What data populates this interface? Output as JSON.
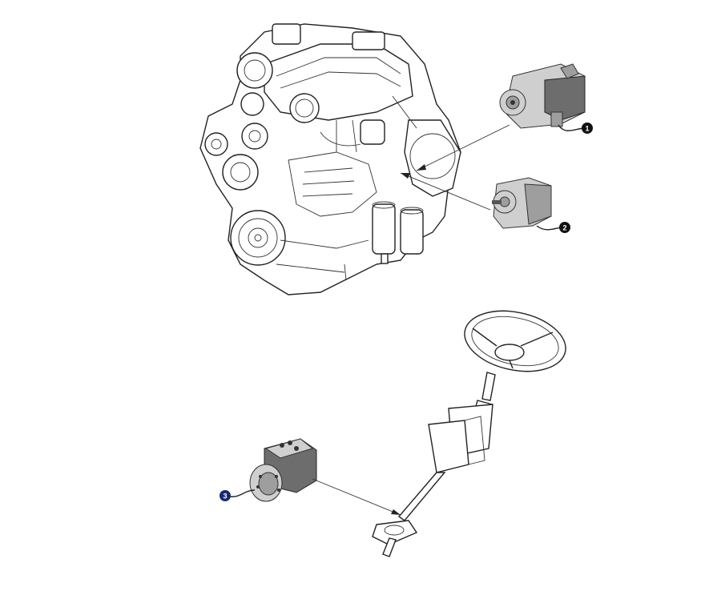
{
  "callouts": [
    {
      "id": "1",
      "label": "1",
      "color": "#111111"
    },
    {
      "id": "2",
      "label": "2",
      "color": "#111111"
    },
    {
      "id": "3",
      "label": "3",
      "color": "#1a2a6c"
    }
  ],
  "icons": {
    "engine": "engine-illustration",
    "pump_1": "hydraulic-piston-pump",
    "pump_2": "gear-pump",
    "steering_unit": "steering-control-unit",
    "steering_column": "steering-wheel-and-column"
  }
}
